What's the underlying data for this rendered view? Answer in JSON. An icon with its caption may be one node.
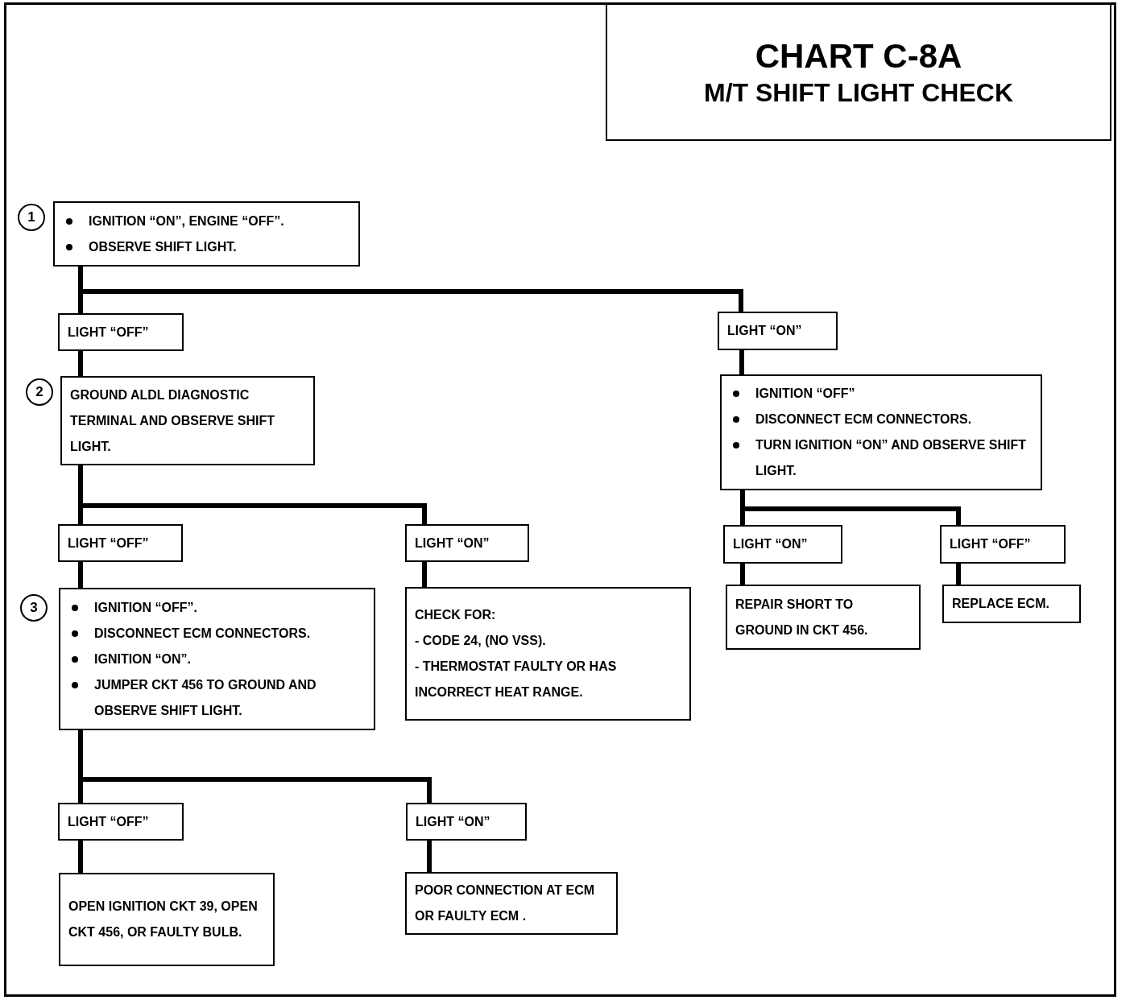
{
  "diagram": {
    "nodes": [
      {
        "text": [
          "CHART C-8A",
          "M/T SHIFT LIGHT CHECK"
        ]
      },
      {
        "text": [
          "1"
        ]
      },
      {
        "text": [
          "IGNITION “ON”, ENGINE “OFF”.",
          "OBSERVE SHIFT LIGHT."
        ]
      },
      {
        "text": [
          "LIGHT “OFF”"
        ]
      },
      {
        "text": [
          "LIGHT “ON”"
        ]
      },
      {
        "text": [
          "2"
        ]
      },
      {
        "text": [
          "GROUND ALDL DIAGNOSTIC TERMINAL AND OBSERVE SHIFT LIGHT."
        ]
      },
      {
        "text": [
          "IGNITION “OFF”",
          "DISCONNECT ECM CONNECTORS.",
          "TURN IGNITION “ON” AND OBSERVE SHIFT LIGHT."
        ]
      },
      {
        "text": [
          "LIGHT “OFF”"
        ]
      },
      {
        "text": [
          "LIGHT “ON”"
        ]
      },
      {
        "text": [
          "LIGHT “ON”"
        ]
      },
      {
        "text": [
          "LIGHT “OFF”"
        ]
      },
      {
        "text": [
          "3"
        ]
      },
      {
        "text": [
          "IGNITION “OFF”.",
          "DISCONNECT ECM CONNECTORS.",
          "IGNITION “ON”.",
          "JUMPER CKT 456 TO GROUND AND OBSERVE SHIFT LIGHT."
        ]
      },
      {
        "text": [
          "CHECK FOR:",
          "- CODE 24, (NO VSS).",
          "- THERMOSTAT FAULTY OR HAS INCORRECT HEAT RANGE."
        ]
      },
      {
        "text": [
          "REPAIR SHORT TO GROUND IN CKT 456."
        ]
      },
      {
        "text": [
          "REPLACE ECM."
        ]
      },
      {
        "text": [
          "LIGHT “OFF”"
        ]
      },
      {
        "text": [
          "LIGHT “ON”"
        ]
      },
      {
        "text": [
          "OPEN IGNITION CKT 39, OPEN CKT 456, OR FAULTY BULB."
        ]
      },
      {
        "text": [
          "POOR CONNECTION AT ECM OR FAULTY ECM ."
        ]
      }
    ],
    "edges": [
      {
        "from": 2,
        "to": 3,
        "arrow": "none"
      },
      {
        "from": 2,
        "to": 4,
        "arrow": "none"
      },
      {
        "from": 3,
        "to": 6,
        "arrow": "none"
      },
      {
        "from": 4,
        "to": 7,
        "arrow": "none"
      },
      {
        "from": 6,
        "to": 8,
        "arrow": "none"
      },
      {
        "from": 6,
        "to": 9,
        "arrow": "none"
      },
      {
        "from": 8,
        "to": 13,
        "arrow": "none"
      },
      {
        "from": 9,
        "to": 14,
        "arrow": "none"
      },
      {
        "from": 7,
        "to": 10,
        "arrow": "none"
      },
      {
        "from": 7,
        "to": 11,
        "arrow": "none"
      },
      {
        "from": 10,
        "to": 15,
        "arrow": "none"
      },
      {
        "from": 11,
        "to": 16,
        "arrow": "none"
      },
      {
        "from": 13,
        "to": 17,
        "arrow": "none"
      },
      {
        "from": 13,
        "to": 18,
        "arrow": "none"
      },
      {
        "from": 17,
        "to": 19,
        "arrow": "none"
      },
      {
        "from": 18,
        "to": 20,
        "arrow": "none"
      }
    ]
  }
}
